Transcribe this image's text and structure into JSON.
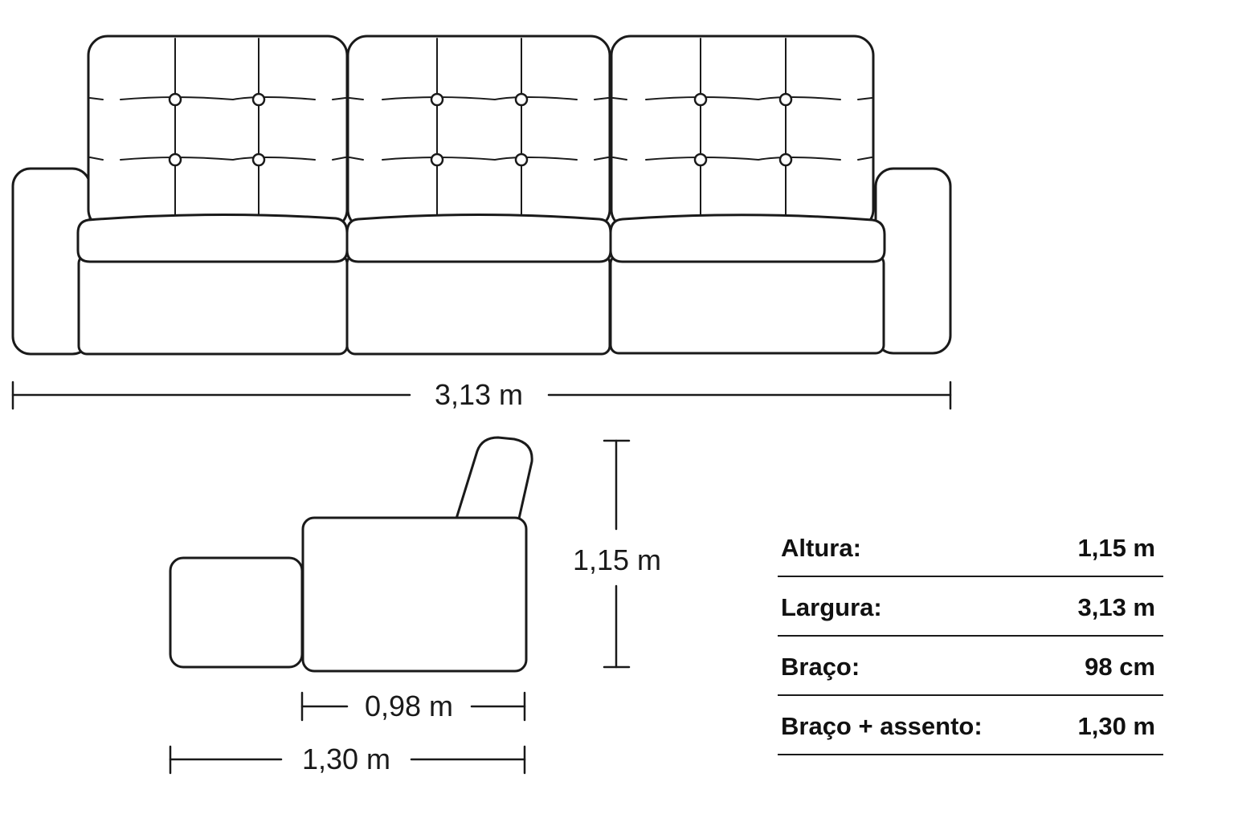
{
  "dimensions": {
    "total_width": "3,13 m",
    "height": "1,15 m",
    "seat_depth": "0,98 m",
    "total_depth": "1,30 m"
  },
  "specs": [
    {
      "label": "Altura:",
      "value": "1,15 m"
    },
    {
      "label": "Largura:",
      "value": "3,13 m"
    },
    {
      "label": "Braço:",
      "value": "98 cm"
    },
    {
      "label": "Braço + assento:",
      "value": "1,30 m"
    }
  ]
}
